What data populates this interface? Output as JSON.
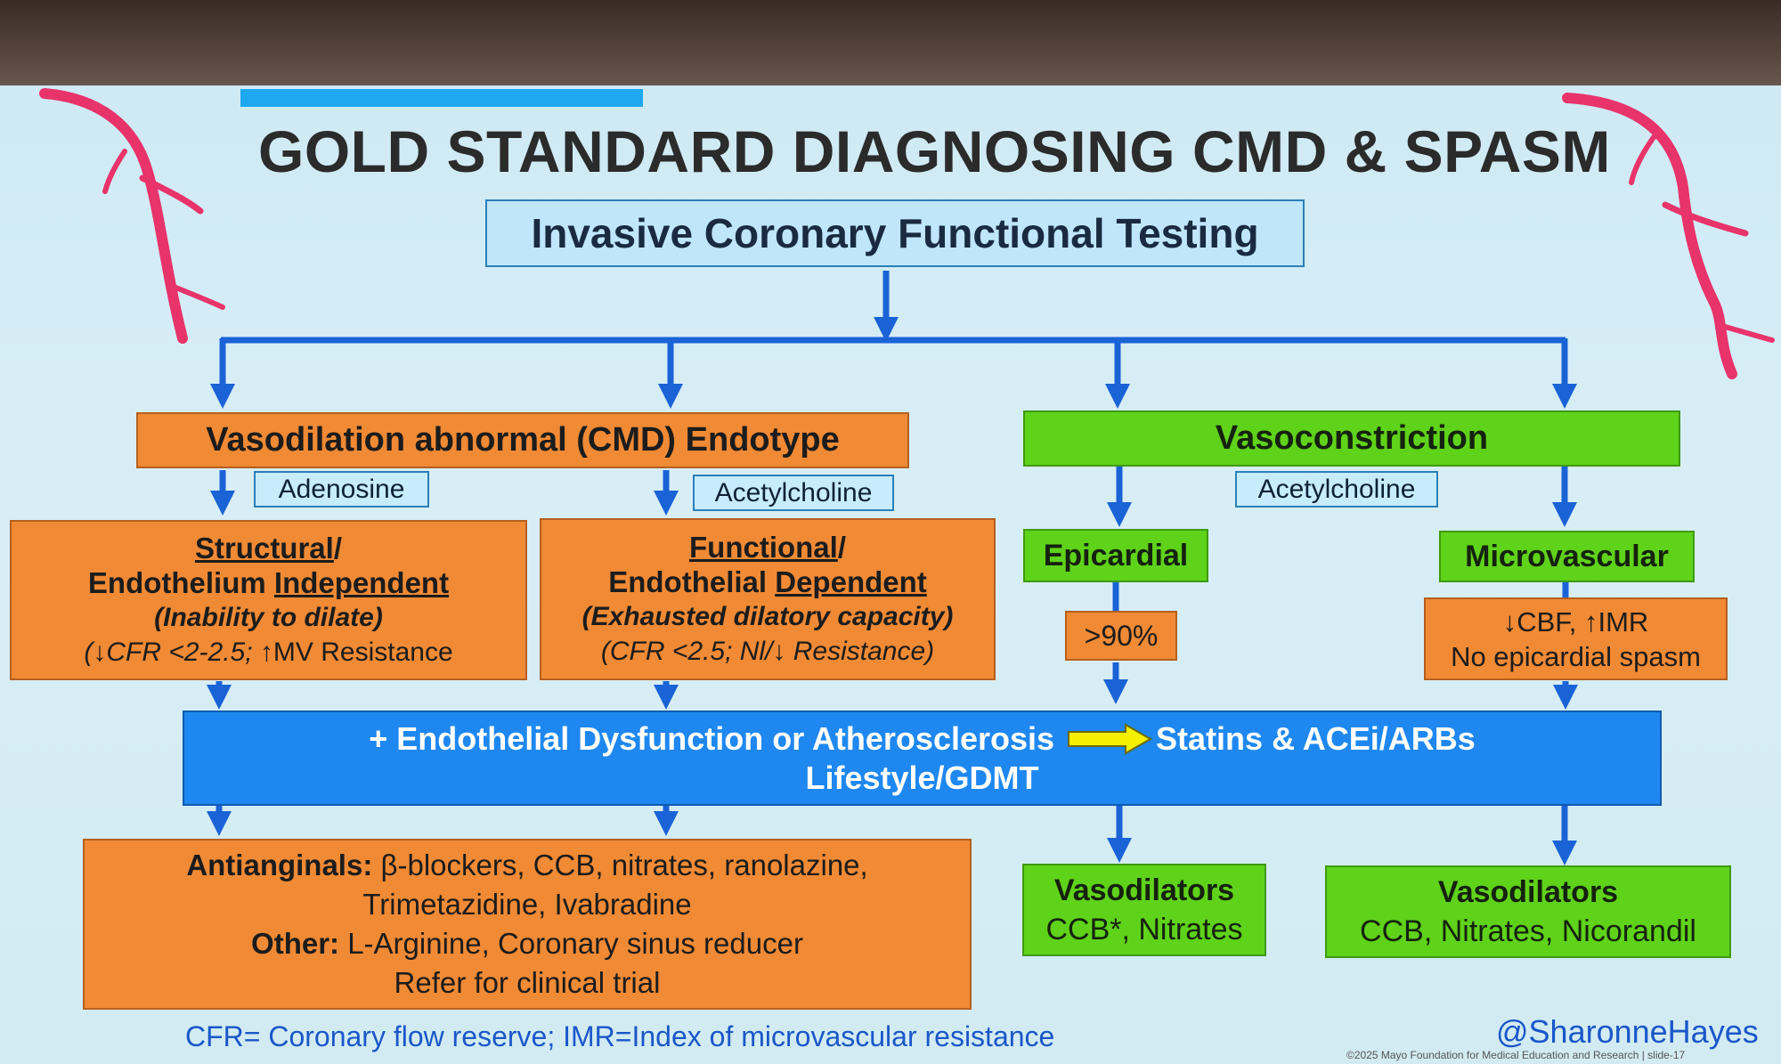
{
  "title": "GOLD STANDARD DIAGNOSING CMD & SPASM",
  "top_box": "Invasive Coronary Functional Testing",
  "left_branch": {
    "header": "Vasodilation abnormal (CMD) Endotype",
    "tag_left": "Adenosine",
    "tag_right": "Acetylcholine",
    "structural": {
      "line1_u": "Structural",
      "line1_rest": "/",
      "line2_pre": "Endothelium ",
      "line2_u": "Independent",
      "line3": "(Inability to dilate)",
      "line4_italic": "(↓CFR <2-2.5;",
      "line4_rest": " ↑MV Resistance"
    },
    "functional": {
      "line1_u": "Functional",
      "line1_rest": "/",
      "line2_pre": "Endothelial ",
      "line2_u": "Dependent",
      "line3": "(Exhausted dilatory capacity)",
      "line4": "(CFR <2.5; Nl/↓ Resistance)"
    }
  },
  "right_branch": {
    "header": "Vasoconstriction",
    "tag": "Acetylcholine",
    "epicardial": "Epicardial",
    "epicardial_value": ">90%",
    "microvascular": "Microvascular",
    "micro_line1": "↓CBF, ↑IMR",
    "micro_line2": "No epicardial spasm"
  },
  "blue_bar": {
    "left_text": "+ Endothelial Dysfunction or Atherosclerosis",
    "right_text": "Statins & ACEi/ARBs",
    "line2": "Lifestyle/GDMT"
  },
  "antianginal_box": {
    "line1_bold": "Antianginals:",
    "line1_rest": " β-blockers, CCB, nitrates, ranolazine,",
    "line2": "Trimetazidine, Ivabradine",
    "line3_bold": "Other:",
    "line3_rest": " L-Arginine, Coronary sinus reducer",
    "line4": "Refer for clinical trial"
  },
  "vasodilators_epi": {
    "title": "Vasodilators",
    "body": "CCB*, Nitrates"
  },
  "vasodilators_micro": {
    "title": "Vasodilators",
    "body": "CCB, Nitrates, Nicorandil"
  },
  "footnote": "CFR= Coronary flow reserve; IMR=Index of microvascular resistance",
  "handle": "@SharonneHayes",
  "copyright": "©2025 Mayo Foundation for Medical Education and Research  |  slide-17",
  "colors": {
    "orange": "#f08a35",
    "green": "#5fd21a",
    "blue_bar": "#1e88f0",
    "arrow_blue": "#1a63d6",
    "vessel_pink": "#e8336b",
    "yellow_arrow": "#f4f000"
  }
}
